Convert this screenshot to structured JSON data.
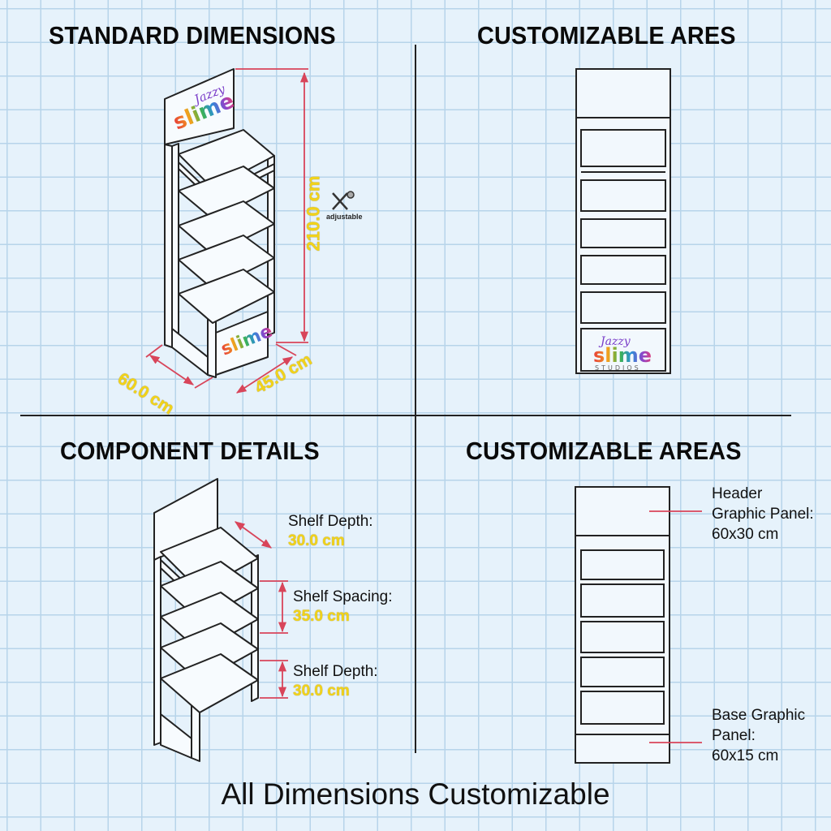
{
  "titles": {
    "standard": "STANDARD DIMENSIONS",
    "customizable_top": "CUSTOMIZABLE ARES",
    "component": "COMPONENT DETAILS",
    "customizable_bottom": "CUSTOMIZABLE AREAS"
  },
  "standard": {
    "height": "210.0 cm",
    "width": "60.0 cm",
    "depth": "45.0 cm",
    "adjustable": "adjustable"
  },
  "brand": {
    "script": "Jazzy",
    "name": "slime",
    "sub": "STUDIOS"
  },
  "component": {
    "shelf_depth_label": "Shelf Depth:",
    "shelf_depth_value": "30.0 cm",
    "shelf_spacing_label": "Shelf Spacing:",
    "shelf_spacing_value": "35.0 cm",
    "shelf_depth2_label": "Shelf Depth:",
    "shelf_depth2_value": "30.0 cm"
  },
  "areas": {
    "header_line1": "Header",
    "header_line2": "Graphic Panel:",
    "header_line3": "60x30 cm",
    "base_line1": "Base Graphic",
    "base_line2": "Panel:",
    "base_line3": "60x15 cm"
  },
  "footer": "All Dimensions Customizable",
  "colors": {
    "dimension_line": "#d8455a",
    "dimension_text": "#f2d319",
    "ink": "#111111"
  }
}
